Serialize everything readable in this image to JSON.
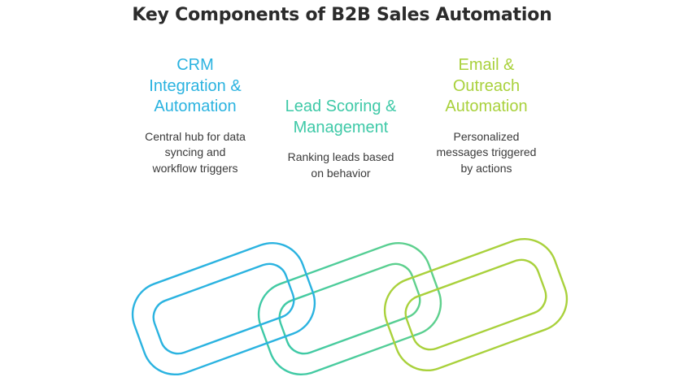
{
  "title": "Key Components of B2B Sales Automation",
  "components": [
    {
      "heading": "CRM\nIntegration &\nAutomation",
      "description": "Central hub for data\nsyncing and\nworkflow triggers",
      "color": "#2bb3e0"
    },
    {
      "heading": "Lead Scoring &\nManagement",
      "description": "Ranking leads based\non behavior",
      "color": "#3ec9a7"
    },
    {
      "heading": "Email &\nOutreach\nAutomation",
      "description": "Personalized\nmessages triggered\nby actions",
      "color": "#a9d13c"
    }
  ],
  "chain": {
    "link_icons": [
      "chain-link-icon",
      "chain-link-icon",
      "chain-link-icon"
    ],
    "colors": [
      "#2bb3e0",
      "#3ec9a7",
      "#a9d13c"
    ]
  }
}
